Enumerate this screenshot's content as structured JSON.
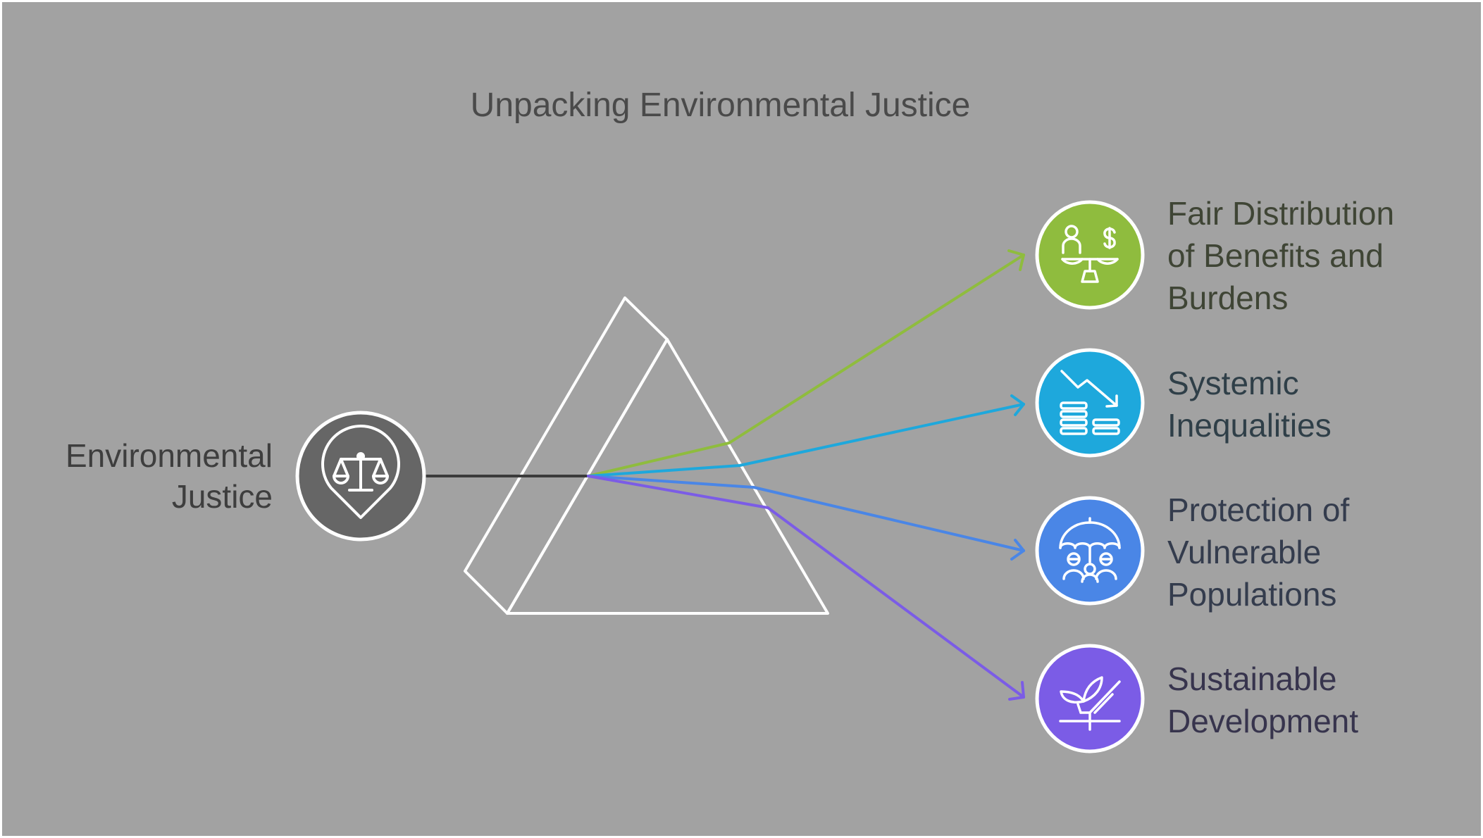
{
  "title": "Unpacking Environmental Justice",
  "source": {
    "label_lines": [
      "Environmental",
      "Justice"
    ],
    "icon": "justice-scale-pin-icon",
    "color": "#666666"
  },
  "outputs": [
    {
      "label_lines": [
        "Fair Distribution",
        "of Benefits and",
        "Burdens"
      ],
      "icon": "person-money-scale-icon",
      "color": "#8fbc3e"
    },
    {
      "label_lines": [
        "Systemic",
        "Inequalities"
      ],
      "icon": "declining-coins-icon",
      "color": "#1ea8dc"
    },
    {
      "label_lines": [
        "Protection of",
        "Vulnerable",
        "Populations"
      ],
      "icon": "umbrella-people-icon",
      "color": "#4a86e6"
    },
    {
      "label_lines": [
        "Sustainable",
        "Development"
      ],
      "icon": "hand-sprout-icon",
      "color": "#7b5ce6"
    }
  ],
  "colors": {
    "background": "#a2a2a2",
    "prism_stroke": "#ffffff",
    "input_beam": "#3b3b3b"
  }
}
